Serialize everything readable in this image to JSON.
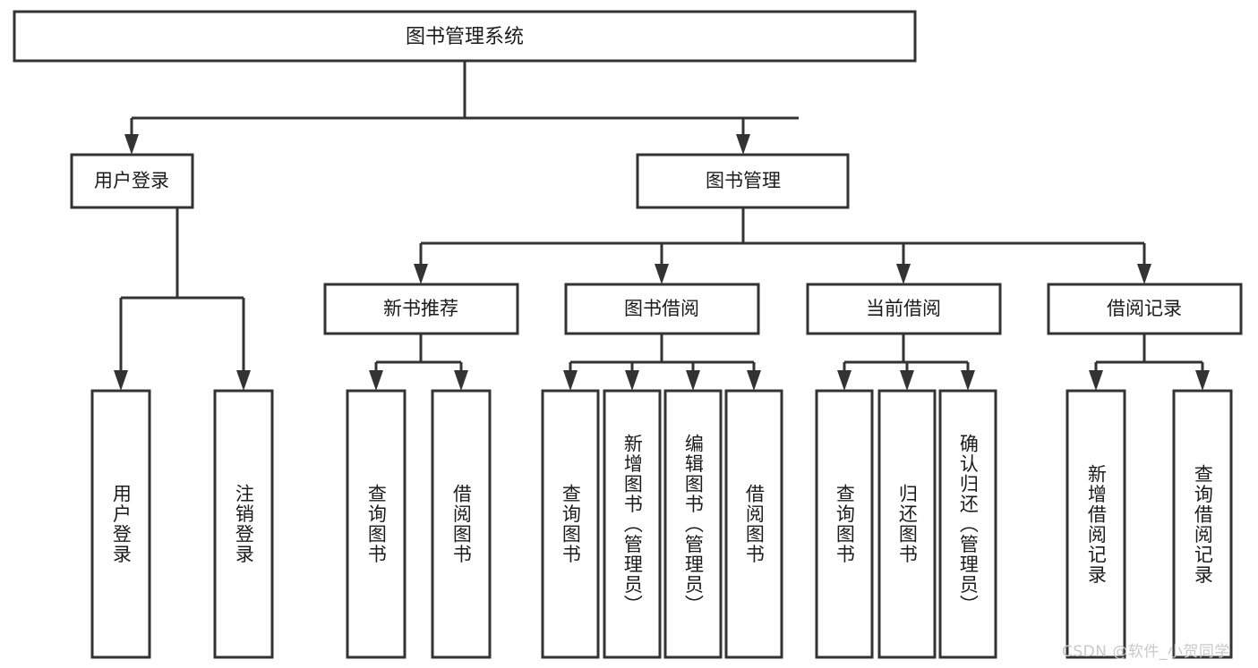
{
  "diagram": {
    "type": "tree",
    "title": "图书管理系统",
    "orientation": "top-down",
    "colors": {
      "box_stroke": "#333333",
      "box_fill": "#ffffff",
      "text": "#1b1b1b",
      "background": "#ffffff",
      "watermark": "#c9c9c9"
    },
    "root": {
      "label": "图书管理系统"
    },
    "level1": [
      {
        "label": "用户登录"
      },
      {
        "label": "图书管理"
      }
    ],
    "level2": [
      {
        "label": "新书推荐"
      },
      {
        "label": "图书借阅"
      },
      {
        "label": "当前借阅"
      },
      {
        "label": "借阅记录"
      }
    ],
    "leaves": {
      "user_login": [
        {
          "label": "用户登录"
        },
        {
          "label": "注销登录"
        }
      ],
      "new_book_recommend": [
        {
          "label": "查询图书"
        },
        {
          "label": "借阅图书"
        }
      ],
      "book_borrow": [
        {
          "label": "查询图书"
        },
        {
          "label": "新增图书（管理员）"
        },
        {
          "label": "编辑图书（管理员）"
        },
        {
          "label": "借阅图书"
        }
      ],
      "current_borrow": [
        {
          "label": "查询图书"
        },
        {
          "label": "归还图书"
        },
        {
          "label": "确认归还（管理员）"
        }
      ],
      "borrow_record": [
        {
          "label": "新增借阅记录"
        },
        {
          "label": "查询借阅记录"
        }
      ]
    }
  },
  "watermark": {
    "text": "CSDN @软件_小贺同学"
  }
}
